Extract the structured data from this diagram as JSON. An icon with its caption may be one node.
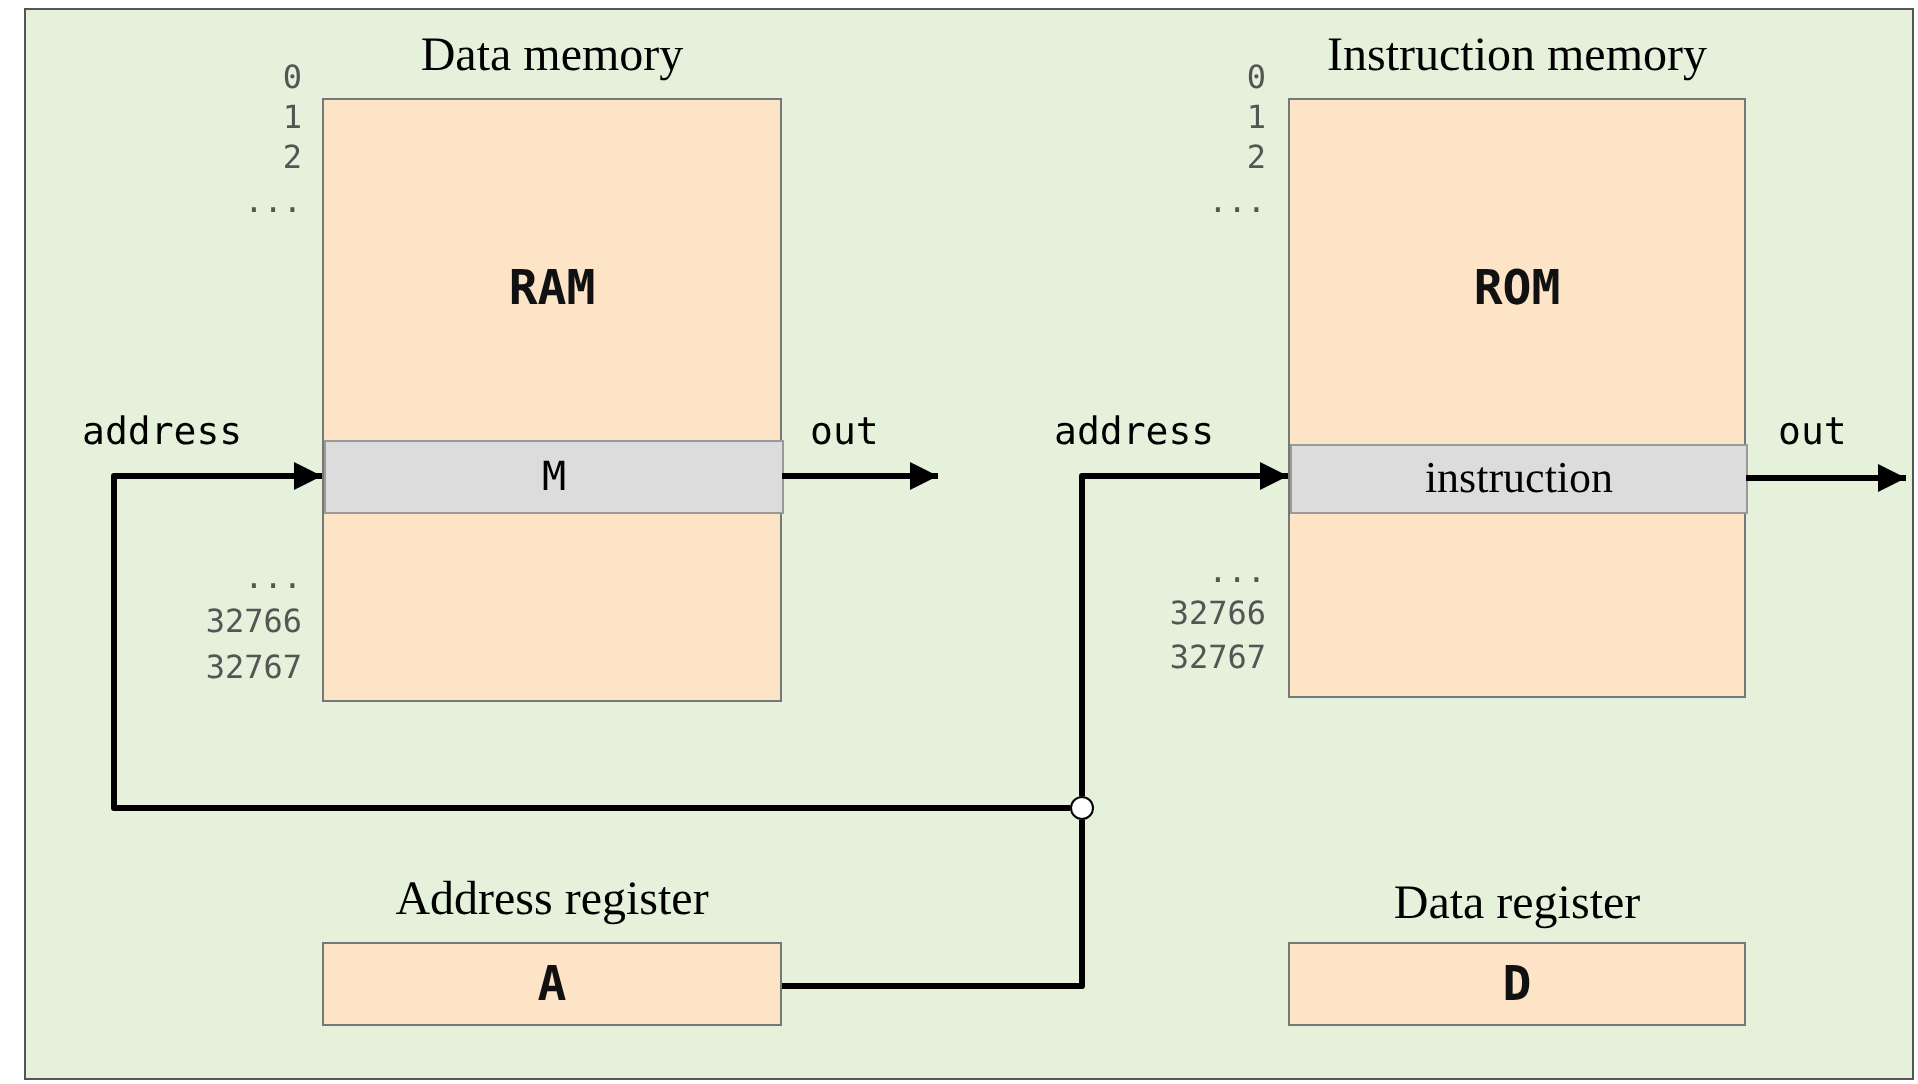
{
  "diagram": {
    "nodes": [
      {
        "text": [],
        "shape": "box"
      },
      {
        "text": [
          "Data memory",
          "RAM"
        ],
        "in": 0,
        "beside": [
          "0",
          "1",
          "2",
          "...",
          "...",
          "32766",
          "32767"
        ]
      },
      {
        "text": [
          "M"
        ],
        "in": 1
      },
      {
        "text": [
          "Instruction memory",
          "ROM"
        ],
        "in": 0,
        "beside": [
          "0",
          "1",
          "2",
          "...",
          "...",
          "32766",
          "32767"
        ]
      },
      {
        "text": [
          "instruction"
        ],
        "in": 3
      },
      {
        "text": [
          "Address register",
          "A"
        ],
        "in": 0
      },
      {
        "text": [
          "Data register",
          "D"
        ],
        "in": 0
      },
      {
        "text": [],
        "shape": "circle",
        "in": 0
      }
    ],
    "edges": [
      {
        "from": 5,
        "to": 7,
        "arrow": "none"
      },
      {
        "from": 7,
        "to": 2,
        "arrow": "to",
        "label": "address"
      },
      {
        "from": 7,
        "to": 4,
        "arrow": "to",
        "label": "address"
      },
      {
        "from": 2,
        "to": null,
        "arrow": "to",
        "label": "out"
      },
      {
        "from": 4,
        "to": null,
        "arrow": "to",
        "label": "out"
      }
    ]
  }
}
